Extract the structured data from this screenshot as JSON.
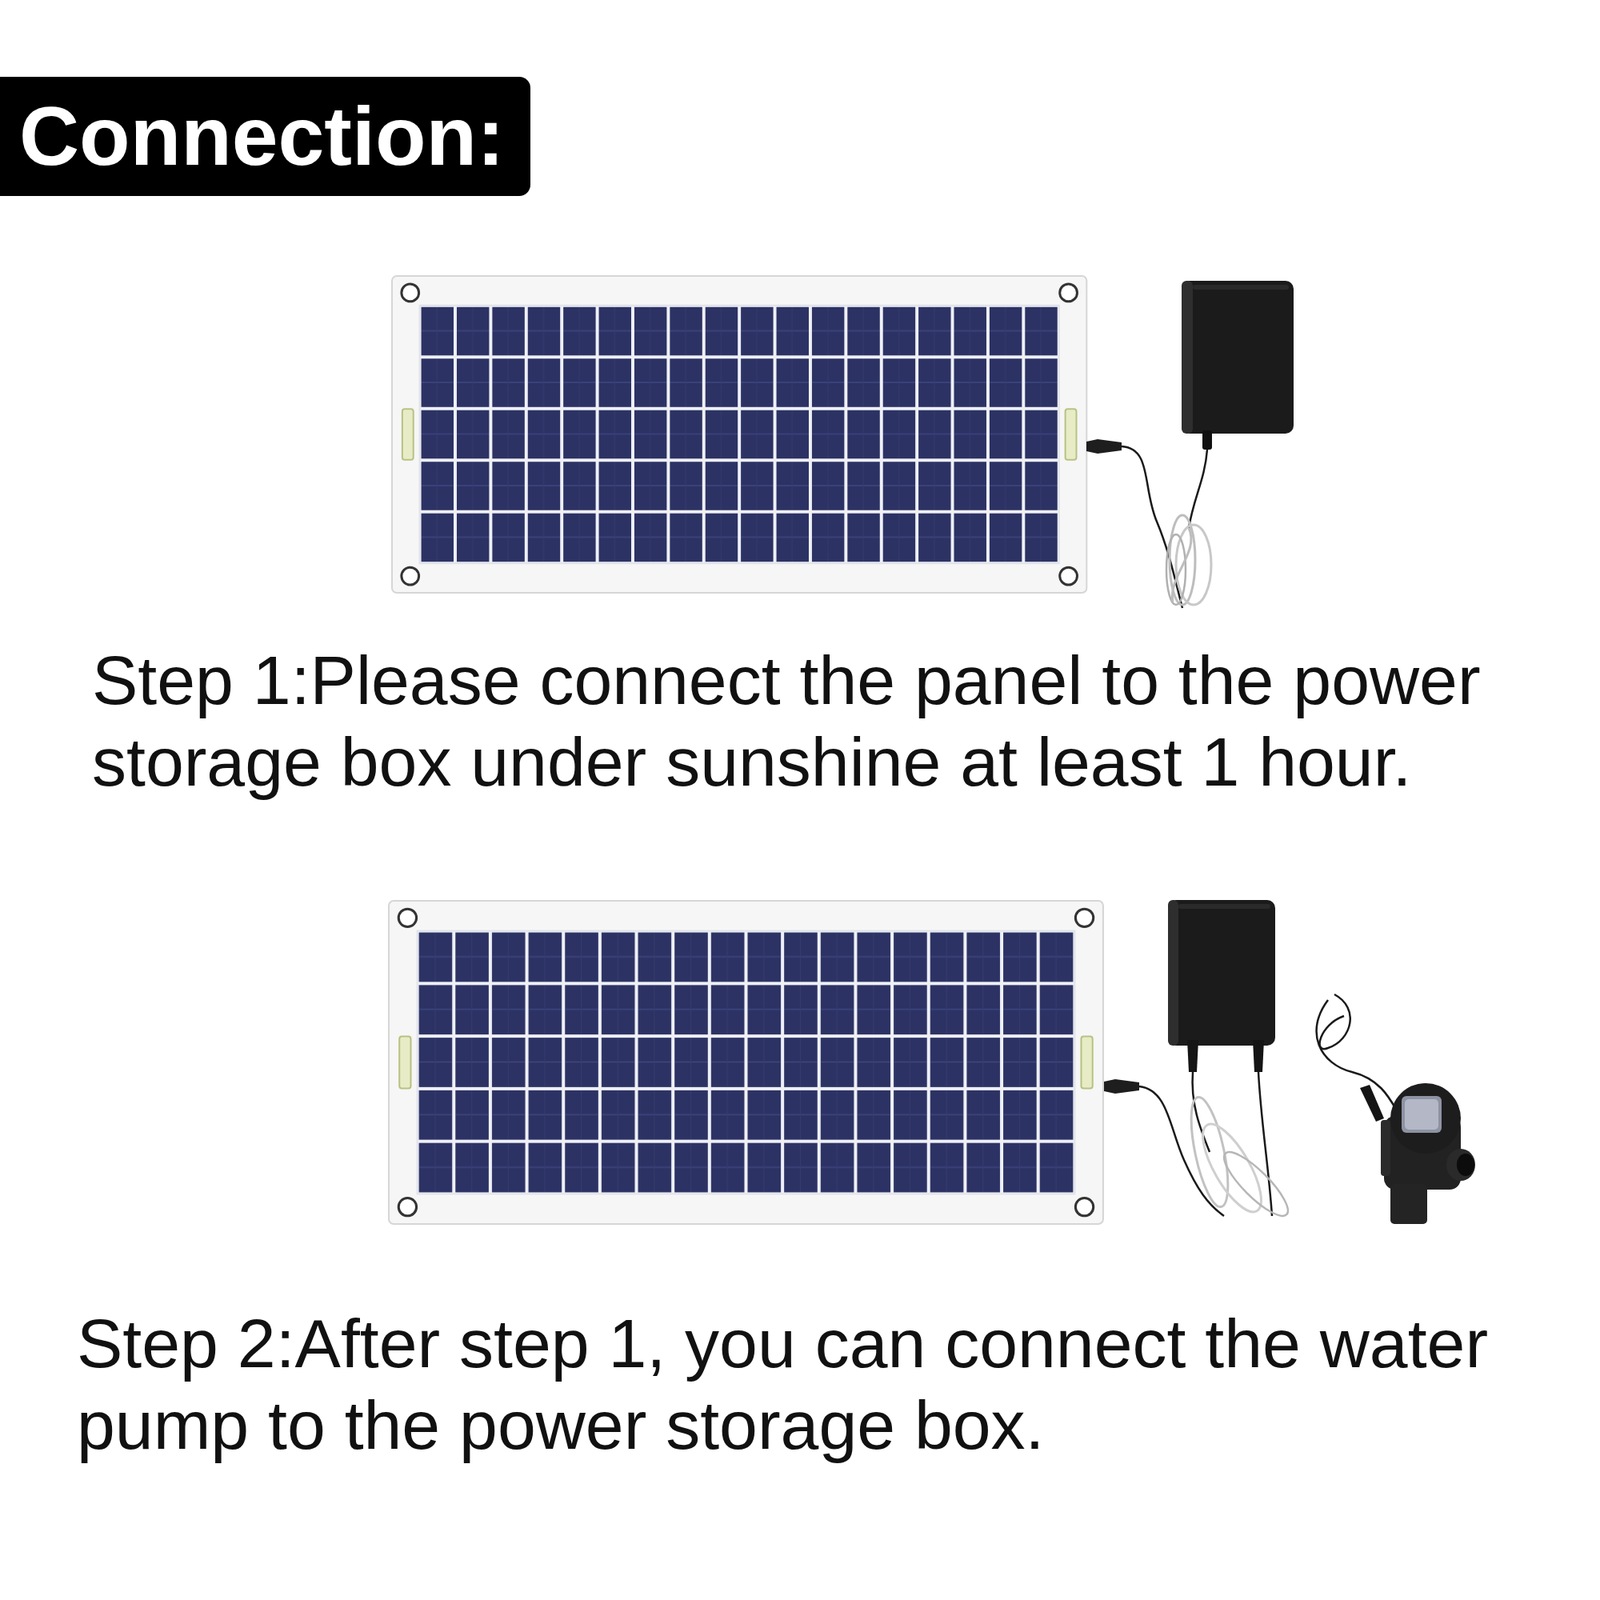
{
  "diagram": {
    "title": "Connection:",
    "labels": [
      "Step 1:Please connect the panel to the power storage box under sunshine at least 1 hour.",
      "Step 2:After step 1, you can connect the water pump to the power storage box."
    ]
  }
}
